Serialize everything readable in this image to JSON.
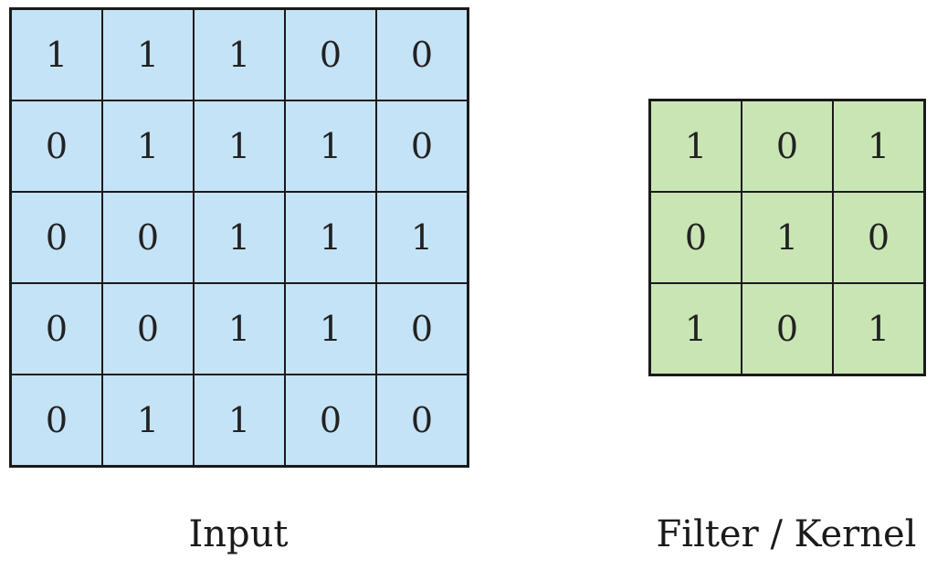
{
  "input": {
    "caption": "Input",
    "color": "#c5e3f6",
    "rows": [
      [
        "1",
        "1",
        "1",
        "0",
        "0"
      ],
      [
        "0",
        "1",
        "1",
        "1",
        "0"
      ],
      [
        "0",
        "0",
        "1",
        "1",
        "1"
      ],
      [
        "0",
        "0",
        "1",
        "1",
        "0"
      ],
      [
        "0",
        "1",
        "1",
        "0",
        "0"
      ]
    ]
  },
  "kernel": {
    "caption": "Filter / Kernel",
    "color": "#c9e5b4",
    "rows": [
      [
        "1",
        "0",
        "1"
      ],
      [
        "0",
        "1",
        "0"
      ],
      [
        "1",
        "0",
        "1"
      ]
    ]
  }
}
